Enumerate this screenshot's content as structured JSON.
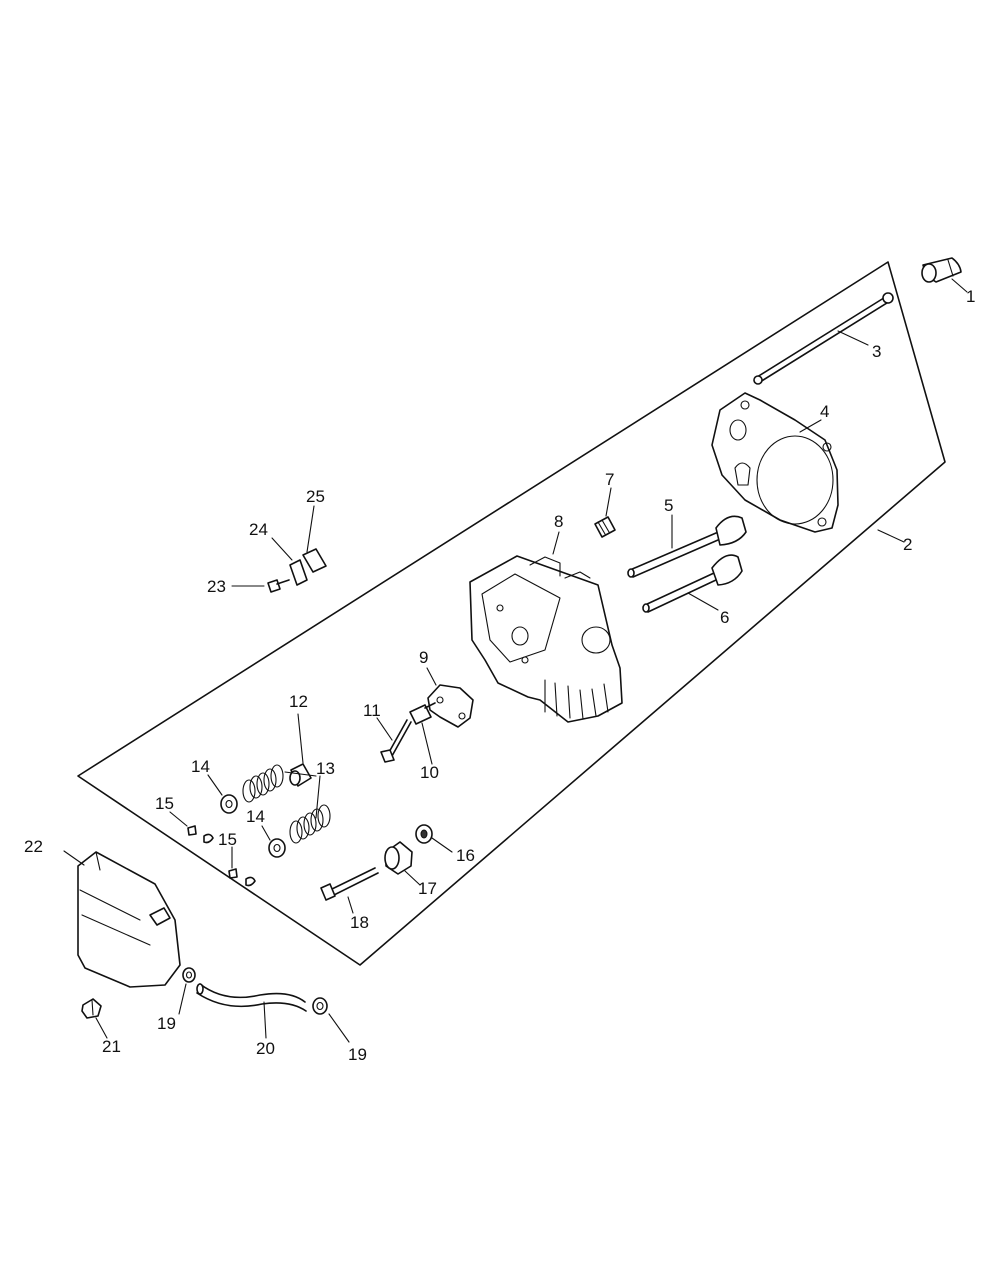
{
  "callouts": {
    "c1": "1",
    "c2": "2",
    "c3": "3",
    "c4": "4",
    "c5": "5",
    "c6": "6",
    "c7": "7",
    "c8": "8",
    "c9": "9",
    "c10": "10",
    "c11": "11",
    "c12": "12",
    "c13": "13",
    "c14a": "14",
    "c14b": "14",
    "c15a": "15",
    "c15b": "15",
    "c16": "16",
    "c17": "17",
    "c18": "18",
    "c19a": "19",
    "c19b": "19",
    "c20": "20",
    "c21": "21",
    "c22": "22",
    "c23": "23",
    "c24": "24",
    "c25": "25"
  }
}
